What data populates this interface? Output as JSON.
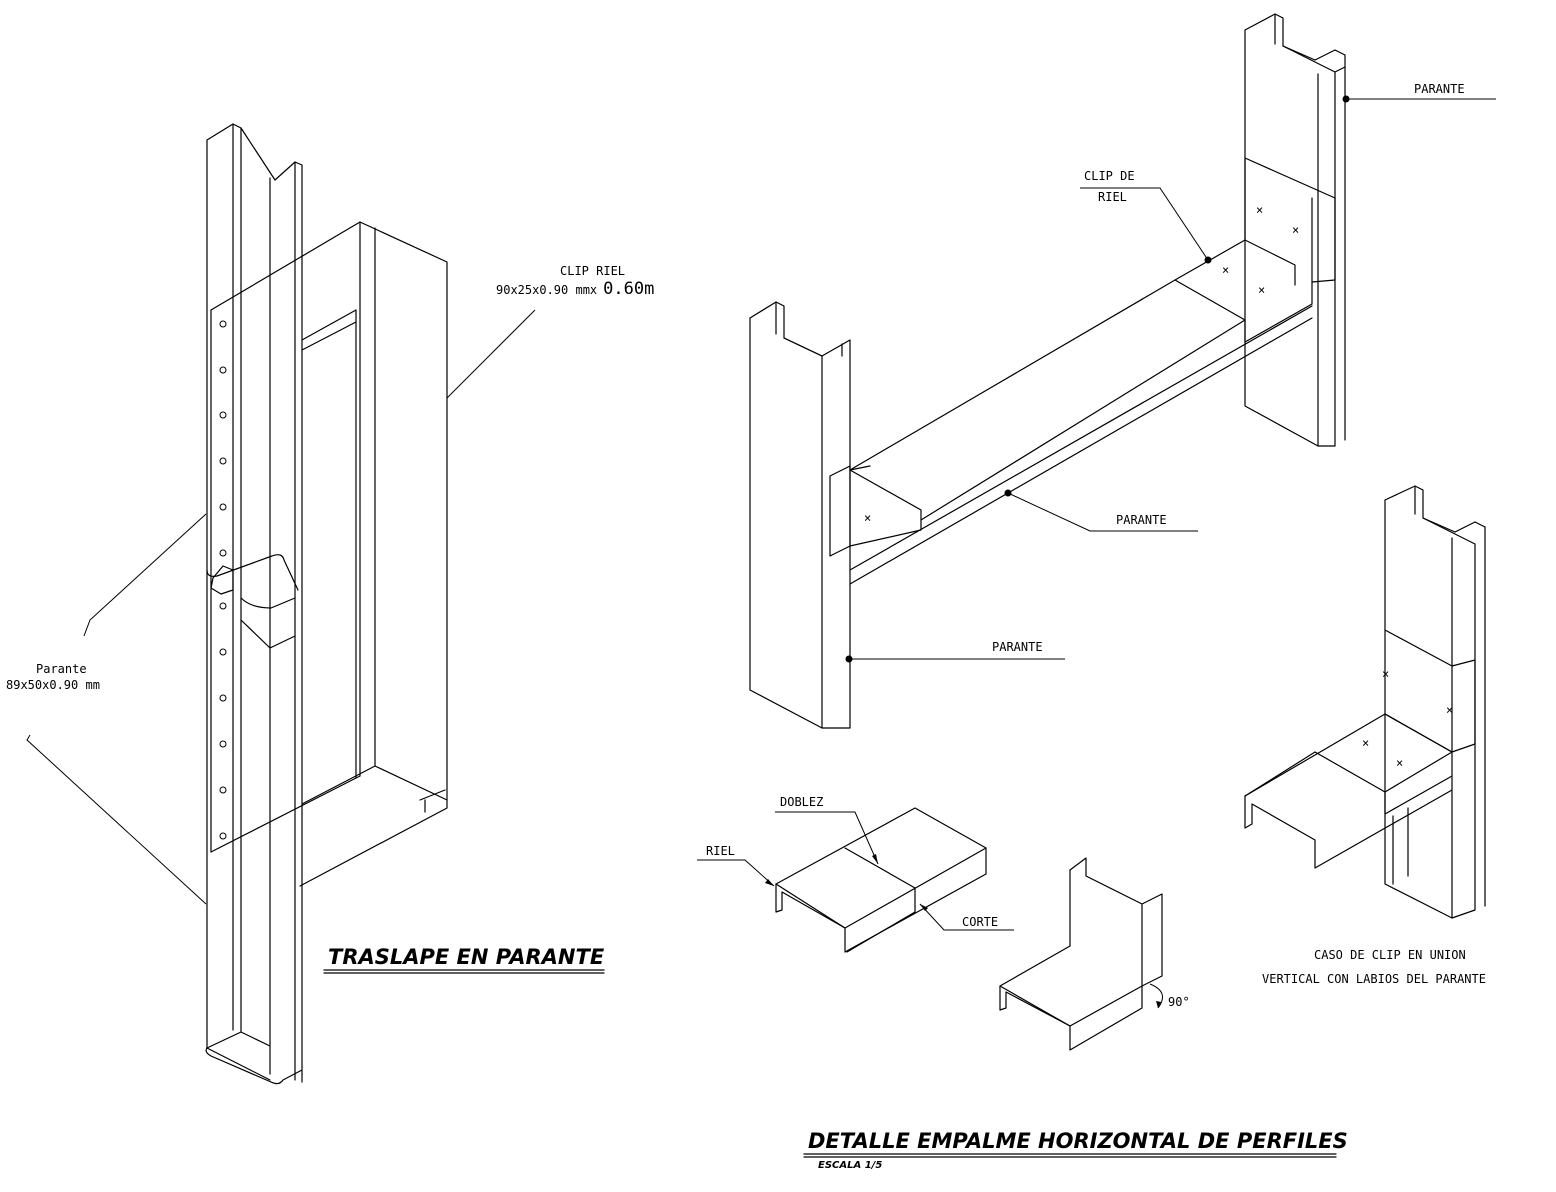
{
  "left_detail": {
    "clip_label_line1": "CLIP RIEL",
    "clip_label_line2_a": "90x25x0.90 mmx",
    "clip_label_line2_b": "0.60m",
    "stud_label_line1": "Parante",
    "stud_label_line2": "89x50x0.90 mm",
    "title": "TRASLAPE EN PARANTE"
  },
  "right_detail": {
    "label_parante_top": "PARANTE",
    "label_clip_line1": "CLIP DE",
    "label_clip_line2": "RIEL",
    "label_parante_mid": "PARANTE",
    "label_parante_left": "PARANTE",
    "label_doblez": "DOBLEZ",
    "label_riel": "RIEL",
    "label_corte": "CORTE",
    "label_angle": "90°",
    "caption_line1": "CASO DE CLIP EN UNION",
    "caption_line2": "VERTICAL CON LABIOS DEL PARANTE",
    "title": "DETALLE EMPALME HORIZONTAL DE PERFILES",
    "scale": "ESCALA 1/5"
  }
}
